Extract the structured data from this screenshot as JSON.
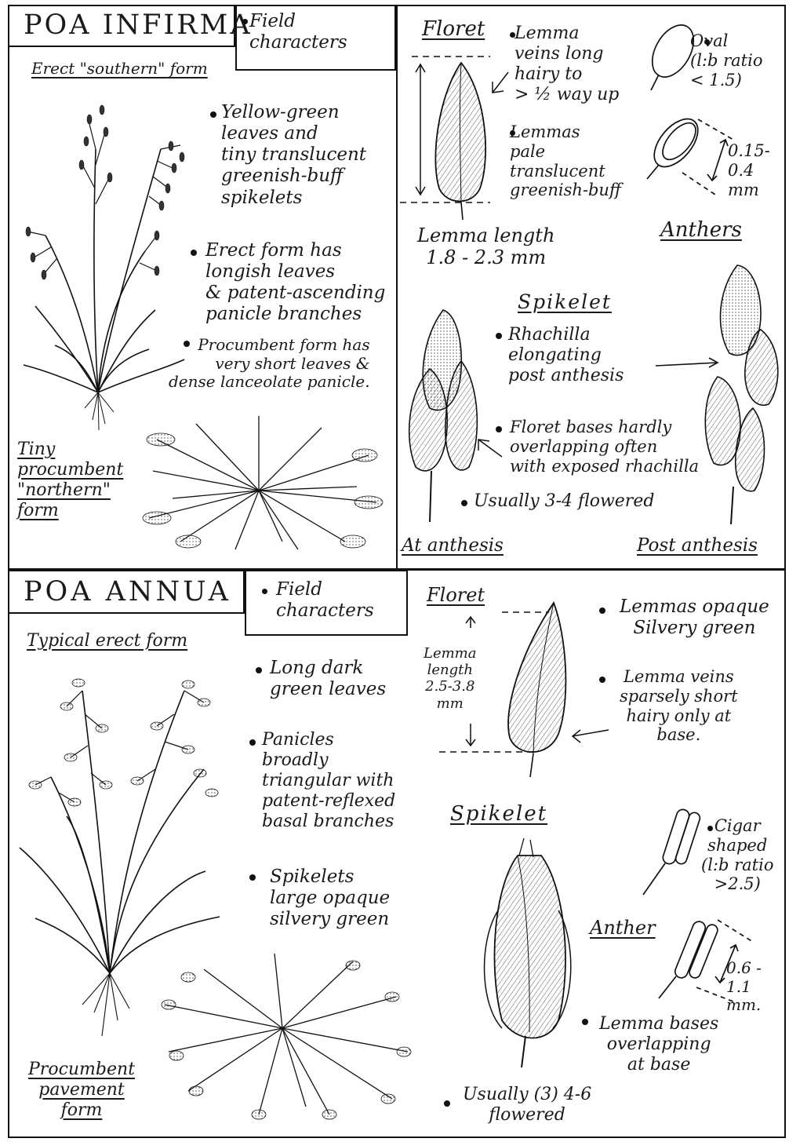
{
  "infirma": {
    "title": "POA INFIRMA",
    "field_characters": "Field\ncharacters",
    "erect_form_label": "Erect \"southern\" form",
    "floret_heading": "Floret",
    "lemma_veins": "Lemma\nveins long\nhairy to\n> ½ way up",
    "lemmas_pale": "Lemmas\npale\ntranslucent\ngreenish-buff",
    "anther_shape": "Oval\n(l:b ratio\n< 1.5)",
    "anther_size": "0.15-\n0.4\nmm",
    "anthers_heading": "Anthers",
    "lemma_length": "Lemma length\n1.8 - 2.3 mm",
    "bullet_yellow_green": "Yellow-green\nleaves and\ntiny translucent\ngreenish-buff\nspikelets",
    "bullet_erect_form": "Erect form has\nlongish leaves\n& patent-ascending\npanicle branches",
    "bullet_procumbent_form": "Procumbent form has\nvery short leaves &\ndense lanceolate panicle.",
    "spikelet_heading": "Spikelet",
    "rhachilla": "Rhachilla\nelongating\npost anthesis",
    "floret_bases": "Floret bases hardly\noverlapping often\nwith exposed rhachilla",
    "usually_flowered": "Usually 3-4 flowered",
    "procumbent_label": "Tiny\nprocumbent\n\"northern\"\nform",
    "at_anthesis": "At anthesis",
    "post_anthesis": "Post anthesis"
  },
  "annua": {
    "title": "POA ANNUA",
    "field_characters": "Field\ncharacters",
    "erect_form_label": "Typical erect form",
    "floret_heading": "Floret",
    "lemma_length": "Lemma\nlength\n2.5-3.8\nmm",
    "lemmas_opaque": "Lemmas opaque\nSilvery green",
    "lemma_veins": "Lemma veins\nsparsely short\nhairy only at\nbase.",
    "bullet_long_dark": "Long dark\ngreen leaves",
    "bullet_panicles": "Panicles\nbroadly\ntriangular with\npatent-reflexed\nbasal branches",
    "bullet_spikelets": "Spikelets\nlarge opaque\nsilvery green",
    "spikelet_heading": "Spikelet",
    "anther_shape": "Cigar\nshaped\n(l:b ratio\n>2.5)",
    "anther_heading": "Anther",
    "anther_size": "0.6 -\n1.1\nmm.",
    "lemma_bases": "Lemma bases\noverlapping\nat base",
    "procumbent_label": "Procumbent\npavement\nform",
    "usually_flowered": "Usually (3) 4-6\nflowered"
  }
}
